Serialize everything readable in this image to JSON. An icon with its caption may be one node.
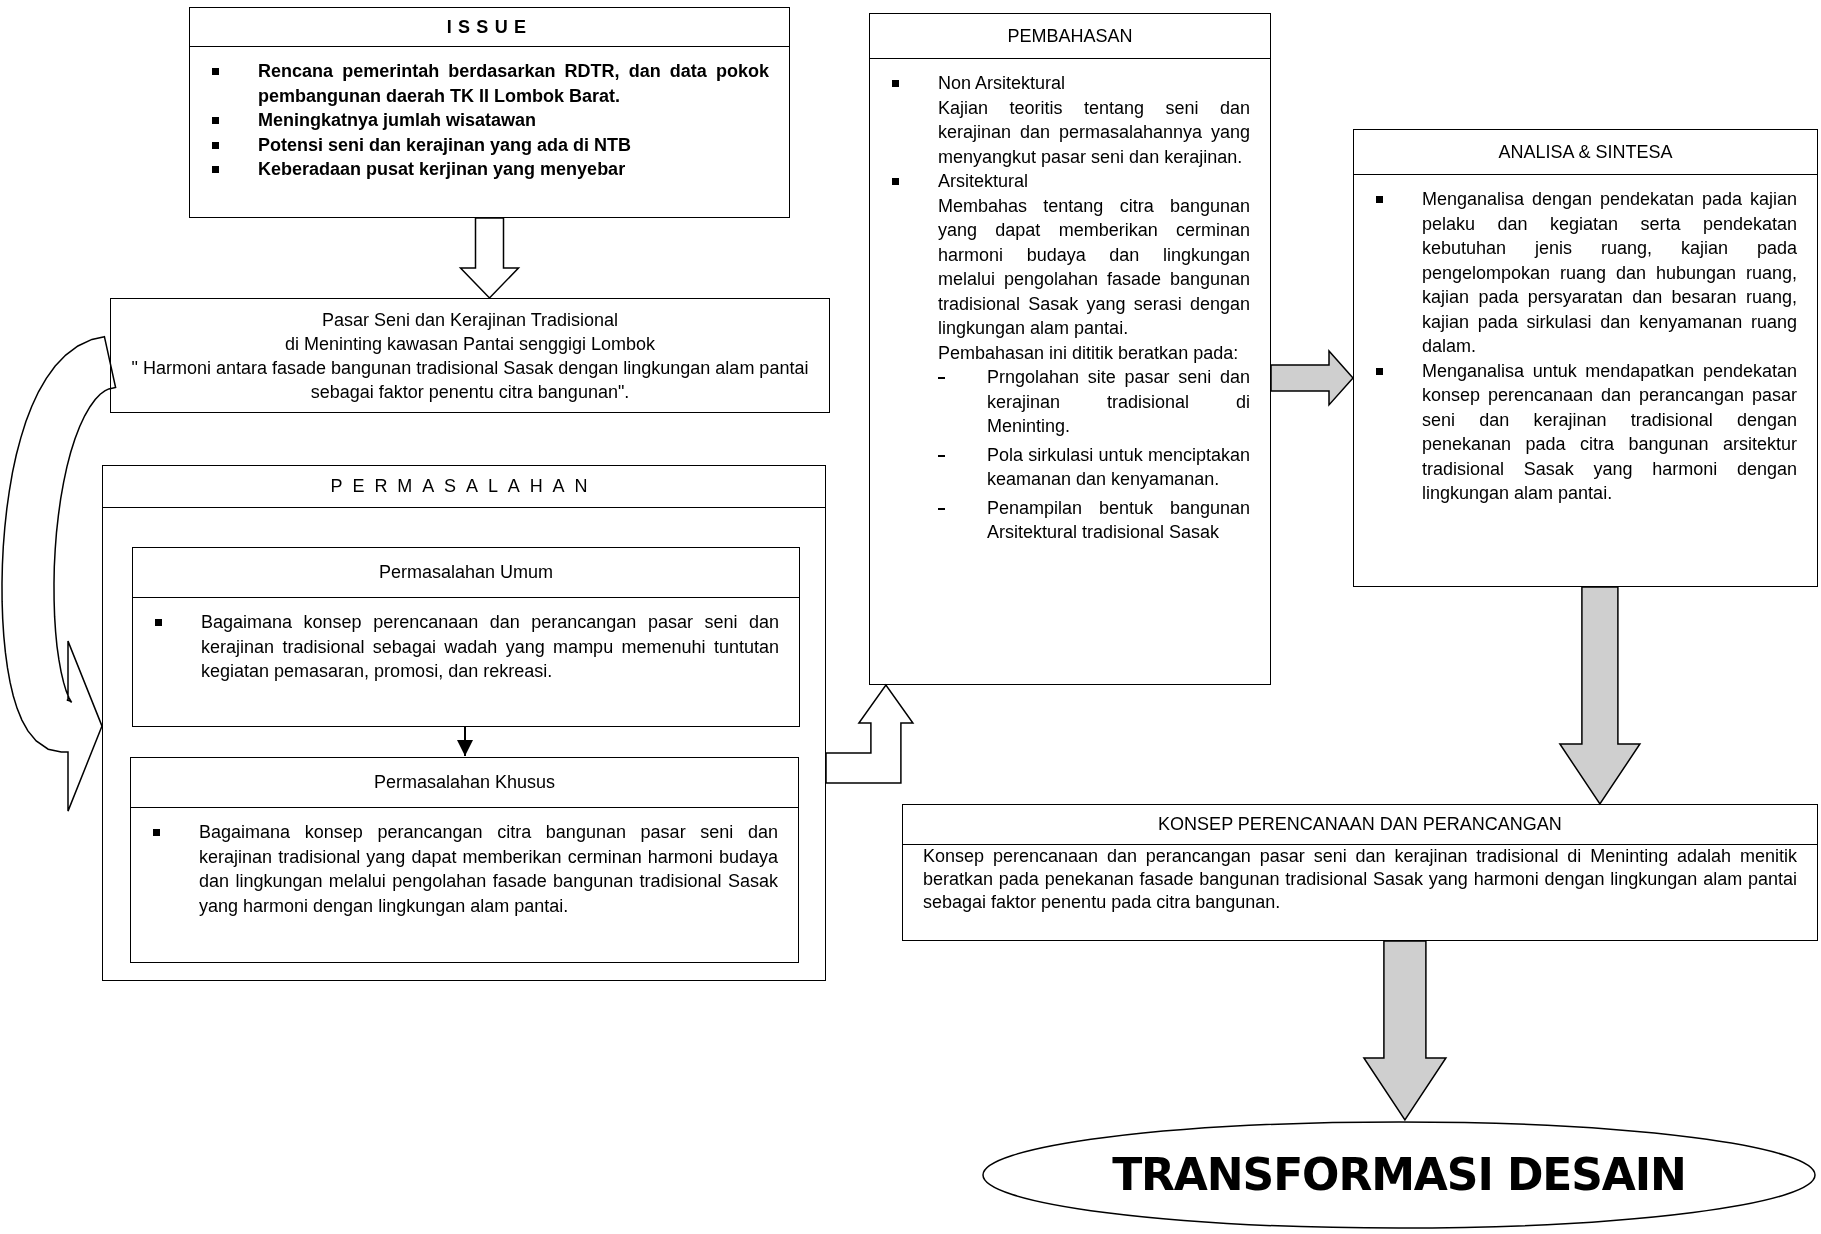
{
  "diagram": {
    "nodes": [
      {
        "text": [
          "ISSUE",
          "Rencana pemerintah berdasarkan RDTR, dan data pokok pembangunan daerah TK II Lombok Barat.",
          "Meningkatnya jumlah wisatawan",
          "Potensi seni dan kerajinan yang ada di NTB",
          "Keberadaan pusat kerjinan yang menyebar"
        ]
      },
      {
        "text": [
          "Pasar Seni dan Kerajinan Tradisional",
          "di Meninting kawasan Pantai senggigi Lombok",
          "\" Harmoni antara fasade bangunan tradisional Sasak dengan lingkungan alam pantai sebagai faktor penentu citra bangunan\"."
        ]
      },
      {
        "text": [
          "PERMASALAHAN"
        ]
      },
      {
        "text": [
          "Permasalahan Umum",
          "Bagaimana konsep perencanaan dan perancangan pasar seni dan kerajinan tradisional sebagai wadah yang mampu memenuhi tuntutan kegiatan pemasaran, promosi, dan rekreasi."
        ],
        "in": 2
      },
      {
        "text": [
          "Permasalahan Khusus",
          "Bagaimana konsep perancangan citra bangunan pasar seni dan kerajinan tradisional yang dapat memberikan cerminan harmoni budaya dan lingkungan melalui pengolahan fasade bangunan tradisional Sasak yang harmoni dengan lingkungan alam pantai."
        ],
        "in": 2
      },
      {
        "text": [
          "PEMBAHASAN",
          "Non Arsitektural",
          "Kajian teoritis tentang seni dan kerajinan dan permasalahannya yang menyangkut pasar seni dan kerajinan.",
          "Arsitektural",
          "Membahas tentang citra bangunan yang dapat memberikan cerminan harmoni budaya dan lingkungan melalui pengolahan fasade bangunan tradisional Sasak yang serasi dengan lingkungan alam pantai.",
          "Pembahasan ini dititik beratkan pada:",
          "Prngolahan site pasar seni dan kerajinan tradisional di Meninting.",
          "Pola sirkulasi untuk menciptakan keamanan dan kenyamanan.",
          "Penampilan bentuk bangunan Arsitektural tradisional Sasak"
        ]
      },
      {
        "text": [
          "ANALISA & SINTESA",
          "Menganalisa dengan pendekatan pada kajian pelaku dan kegiatan serta pendekatan kebutuhan jenis ruang, kajian pada pengelompokan ruang dan hubungan ruang, kajian pada persyaratan dan besaran ruang, kajian pada sirkulasi dan kenyamanan ruang dalam.",
          "Menganalisa untuk mendapatkan pendekatan konsep perencanaan dan perancangan pasar seni dan kerajinan tradisional dengan penekanan pada citra bangunan arsitektur tradisional Sasak yang harmoni dengan lingkungan alam pantai."
        ]
      },
      {
        "text": [
          "KONSEP PERENCANAAN DAN PERANCANGAN",
          "Konsep perencanaan dan perancangan pasar seni dan kerajinan tradisional di Meninting adalah menitik beratkan pada penekanan fasade bangunan tradisional Sasak yang harmoni dengan lingkungan alam pantai sebagai faktor penentu pada citra bangunan."
        ]
      },
      {
        "text": [
          "TRANSFORMASI DESAIN"
        ]
      }
    ],
    "edges": [
      {
        "from": 0,
        "to": 1,
        "arrow": "to"
      },
      {
        "from": 1,
        "to": 2,
        "arrow": "to"
      },
      {
        "from": 3,
        "to": 4,
        "arrow": "to"
      },
      {
        "from": 2,
        "to": 5,
        "arrow": "to"
      },
      {
        "from": 5,
        "to": 6,
        "arrow": "to",
        "color": "#cfcfcf"
      },
      {
        "from": 6,
        "to": 7,
        "arrow": "to",
        "color": "#cfcfcf"
      },
      {
        "from": 7,
        "to": 8,
        "arrow": "to",
        "color": "#cfcfcf"
      }
    ]
  }
}
